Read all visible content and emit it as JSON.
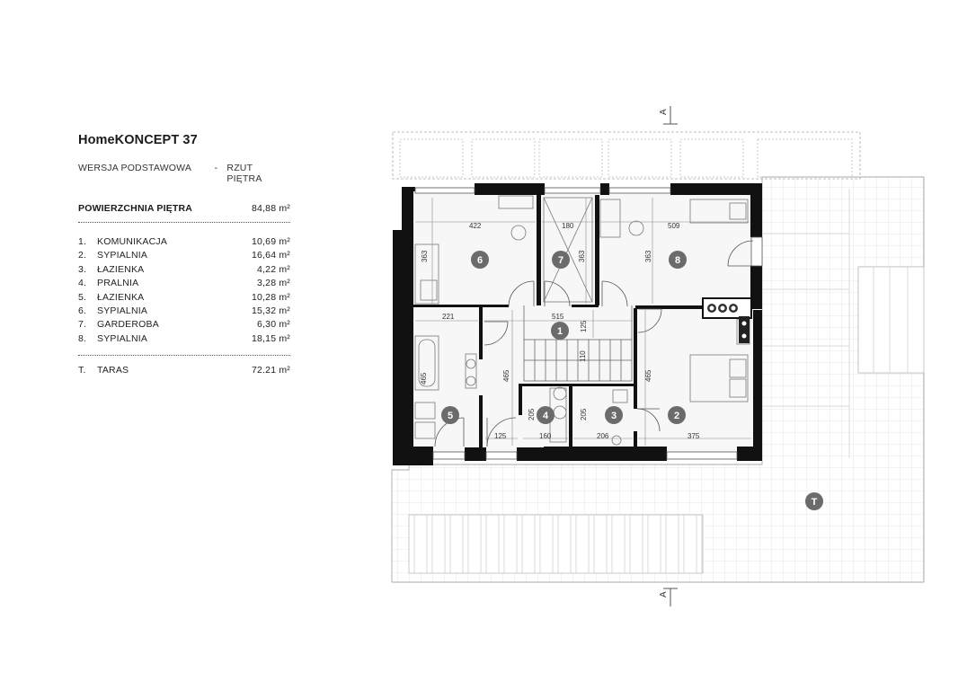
{
  "title": "HomeKONCEPT 37",
  "version": "WERSJA  PODSTAWOWA",
  "separator": "-",
  "view": "RZUT PIĘTRA",
  "total": {
    "label": "POWIERZCHNIA PIĘTRA",
    "value": "84,88 m²"
  },
  "rooms": [
    {
      "no": "1.",
      "name": "KOMUNIKACJA",
      "area": "10,69 m²"
    },
    {
      "no": "2.",
      "name": "SYPIALNIA",
      "area": "16,64 m²"
    },
    {
      "no": "3.",
      "name": "ŁAZIENKA",
      "area": "4,22 m²"
    },
    {
      "no": "4.",
      "name": "PRALNIA",
      "area": "3,28 m²"
    },
    {
      "no": "5.",
      "name": "ŁAZIENKA",
      "area": "10,28 m²"
    },
    {
      "no": "6.",
      "name": "SYPIALNIA",
      "area": "15,32 m²"
    },
    {
      "no": "7.",
      "name": "GARDEROBA",
      "area": "6,30 m²"
    },
    {
      "no": "8.",
      "name": "SYPIALNIA",
      "area": "18,15 m²"
    }
  ],
  "terrace": {
    "no": "T.",
    "name": "TARAS",
    "area": "72.21 m²"
  },
  "plan": {
    "section_mark": "A",
    "room_labels": [
      "1",
      "2",
      "3",
      "4",
      "5",
      "6",
      "7",
      "8",
      "T"
    ],
    "dimensions": {
      "d422": "422",
      "d180": "180",
      "d509": "509",
      "d363a": "363",
      "d363b": "363",
      "d363c": "363",
      "d221": "221",
      "d515": "515",
      "d125a": "125",
      "d465a": "465",
      "d465b": "465",
      "d110": "110",
      "d465c": "465",
      "d205a": "205",
      "d205b": "205",
      "d125b": "125",
      "d160": "160",
      "d206": "206",
      "d375": "375"
    }
  }
}
